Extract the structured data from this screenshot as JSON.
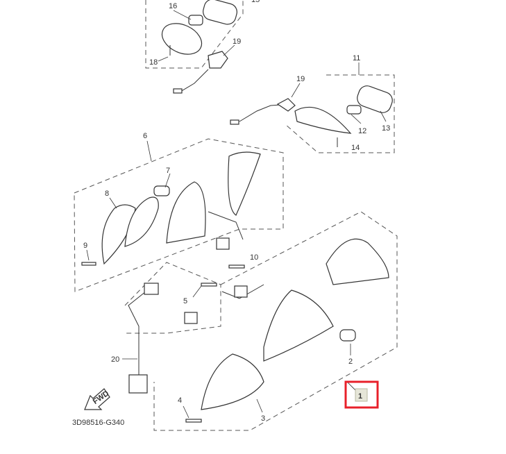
{
  "diagram": {
    "part_labels": {
      "p1": "1",
      "p2": "2",
      "p3": "3",
      "p4": "4",
      "p5": "5",
      "p6": "6",
      "p7": "7",
      "p8": "8",
      "p9": "9",
      "p10": "10",
      "p11": "11",
      "p12": "12",
      "p13": "13",
      "p14": "14",
      "p15": "15",
      "p16": "16",
      "p18": "18",
      "p19a": "19",
      "p19b": "19",
      "p20": "20"
    },
    "fwd_label": "FWD",
    "diagram_code": "3D98516-G340",
    "highlight_color": "#e8202a"
  }
}
